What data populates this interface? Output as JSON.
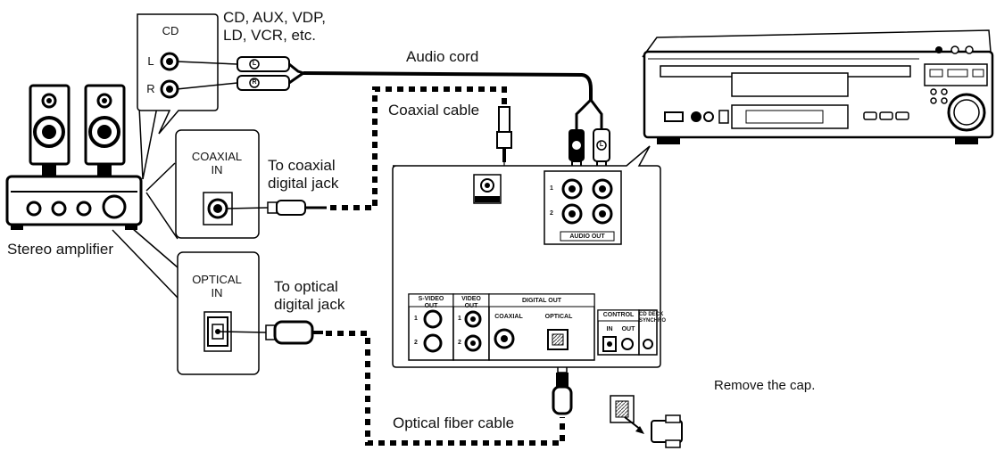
{
  "source_devices_label": "CD, AUX, VDP,\nLD, VCR, etc.",
  "cd_box": {
    "title": "CD",
    "left_label": "L",
    "right_label": "R"
  },
  "audio_cord_label": "Audio cord",
  "coaxial_cable_label": "Coaxial cable",
  "coaxial_box": {
    "title": "COAXIAL\nIN"
  },
  "coaxial_jack_label": "To coaxial\ndigital jack",
  "optical_box": {
    "title": "OPTICAL\nIN"
  },
  "optical_jack_label": "To optical\ndigital jack",
  "amplifier_label": "Stereo amplifier",
  "optical_fiber_label": "Optical fiber cable",
  "remove_cap_label": "Remove the cap.",
  "plug_letters": {
    "left": "L",
    "right": "R"
  },
  "rear_panel": {
    "svideo_out": "S-VIDEO\nOUT",
    "video_out": "VIDEO\nOUT",
    "digital_out": "DIGITAL OUT",
    "coaxial": "COAXIAL",
    "optical": "OPTICAL",
    "control": "CONTROL",
    "control_in": "IN",
    "control_out": "OUT",
    "cd_deck_synchro": "CD DECK\nSYNCHRO",
    "audio_out": "AUDIO OUT",
    "jack_num_1": "1",
    "jack_num_2": "2"
  }
}
